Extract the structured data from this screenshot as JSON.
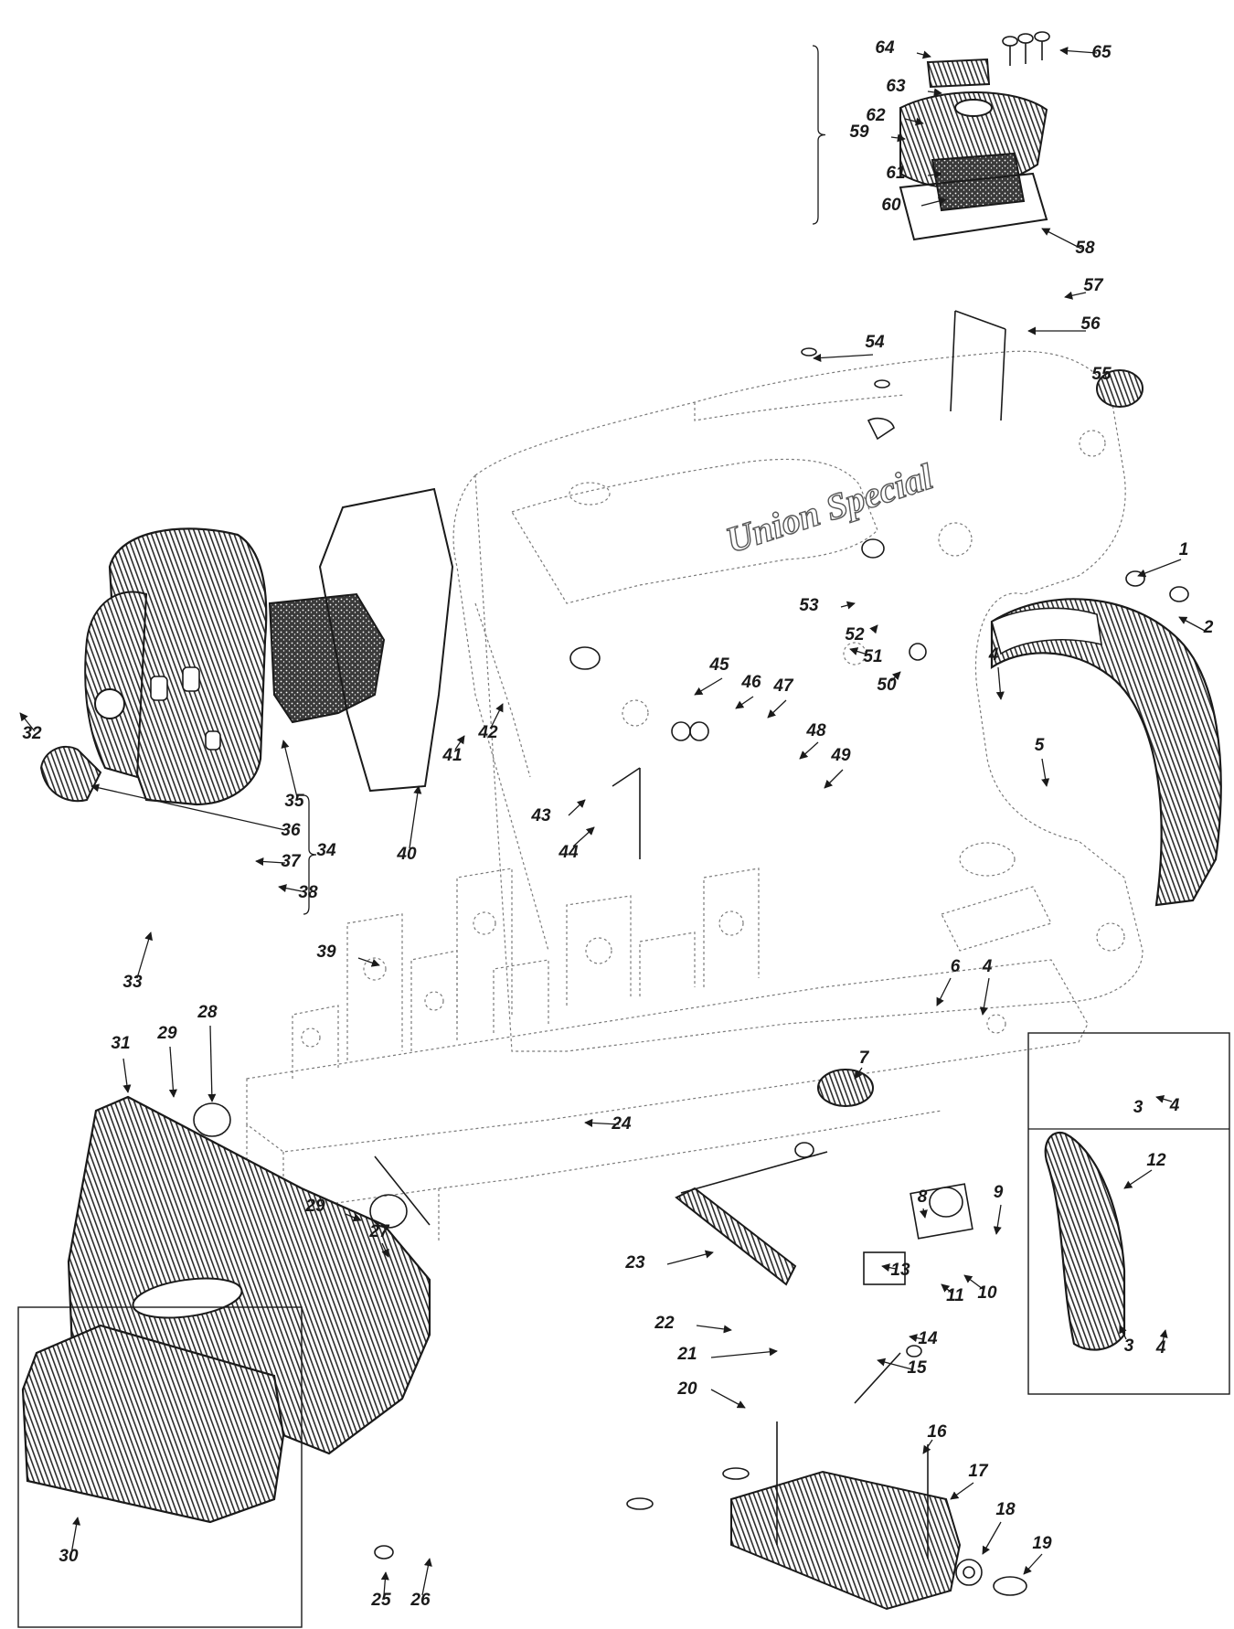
{
  "diagram": {
    "brand_text": "Union Special",
    "labels": [
      "1",
      "2",
      "3",
      "4",
      "5",
      "6",
      "7",
      "8",
      "9",
      "10",
      "11",
      "12",
      "13",
      "14",
      "15",
      "16",
      "17",
      "18",
      "19",
      "20",
      "21",
      "22",
      "23",
      "24",
      "25",
      "26",
      "27",
      "28",
      "29",
      "30",
      "31",
      "32",
      "33",
      "34",
      "35",
      "36",
      "37",
      "38",
      "39",
      "40",
      "41",
      "42",
      "43",
      "44",
      "45",
      "46",
      "47",
      "48",
      "49",
      "50",
      "51",
      "52",
      "53",
      "54",
      "55",
      "56",
      "57",
      "58",
      "59",
      "60",
      "61",
      "62",
      "63",
      "64",
      "65"
    ],
    "extra_labels": {
      "l3b": "3",
      "l4b": "4",
      "l4c": "4",
      "l4d": "4",
      "l29b": "29"
    },
    "colors": {
      "ink": "#1a1a1a",
      "casting_outline": "#7a7a7a",
      "hatch": "#2b2b2b"
    }
  }
}
